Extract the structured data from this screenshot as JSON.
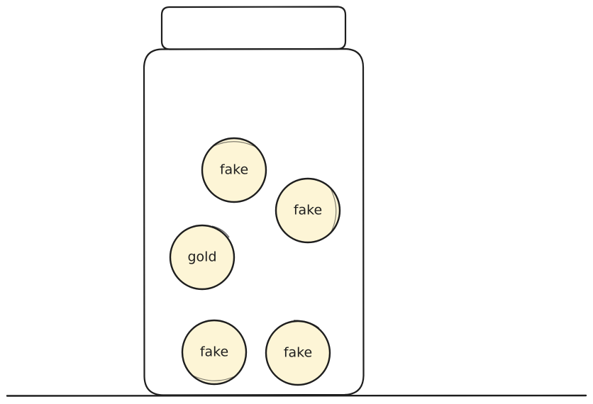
{
  "colors": {
    "stroke": "#1e1e1e",
    "coin_fill": "#fdf5d6",
    "background": "#ffffff"
  },
  "coins": [
    {
      "label": "fake"
    },
    {
      "label": "fake"
    },
    {
      "label": "gold"
    },
    {
      "label": "fake"
    },
    {
      "label": "fake"
    }
  ]
}
